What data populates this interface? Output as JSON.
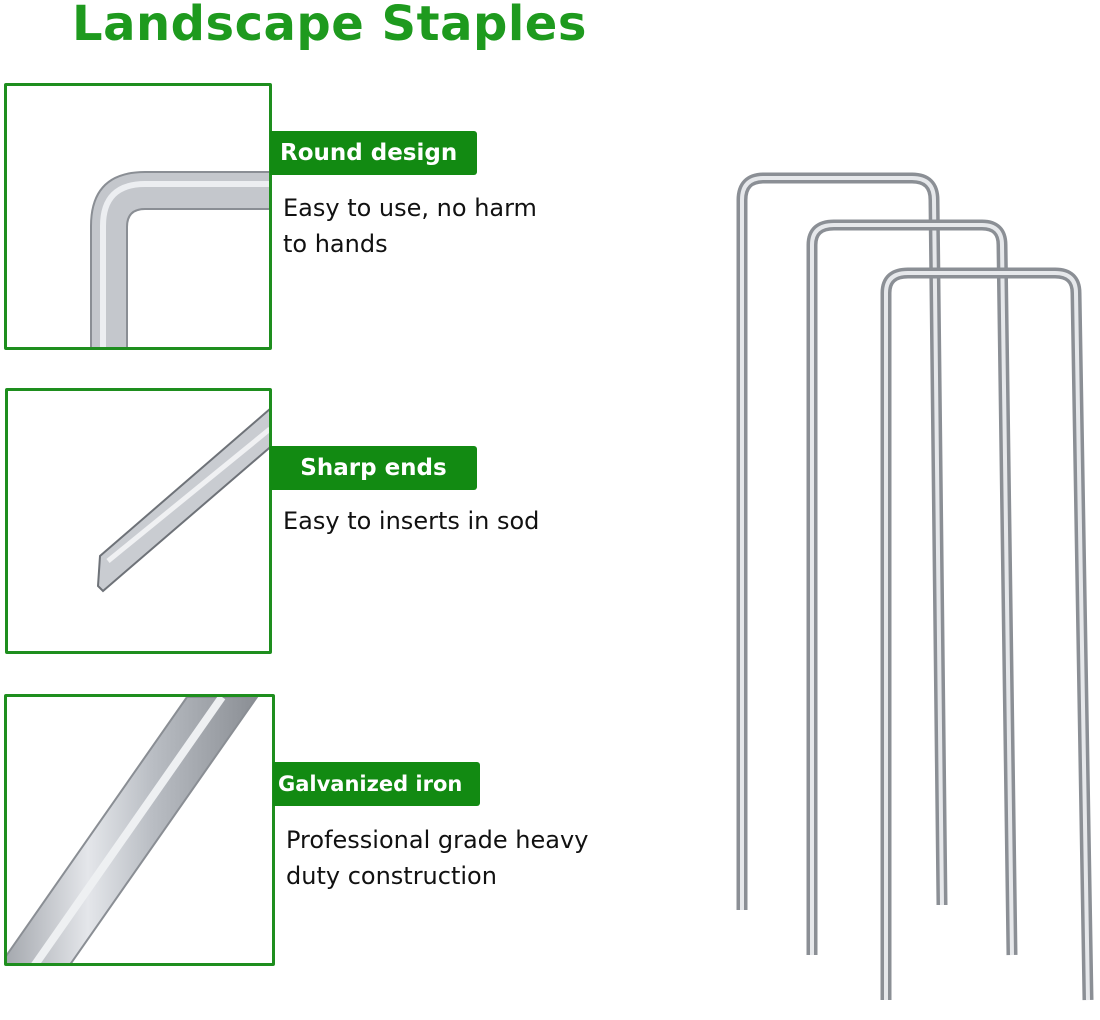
{
  "title": "Landscape Staples",
  "colors": {
    "accent": "#1e9a1e",
    "badge": "#128a12",
    "metal": "#b8bcc2"
  },
  "features": [
    {
      "label": "Round design",
      "description_lines": [
        "Easy to use, no harm",
        "to hands"
      ],
      "image": "staple-round-corner-closeup"
    },
    {
      "label": "Sharp ends",
      "description_lines": [
        "Easy to inserts in sod"
      ],
      "image": "staple-sharp-tip-closeup"
    },
    {
      "label": "Galvanized iron",
      "description_lines": [
        "Professional grade heavy",
        "duty construction"
      ],
      "image": "staple-wire-closeup"
    }
  ],
  "product_image": "three-u-shaped-landscape-staples"
}
